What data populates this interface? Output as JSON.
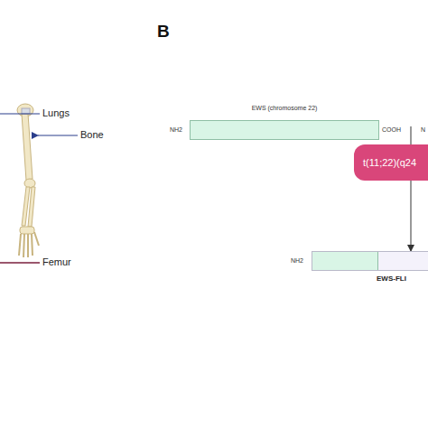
{
  "diagram": {
    "nodes": [
      {
        "text": [
          "EWS (chromosome 22)"
        ]
      },
      {
        "text": [
          "t(11;22)(q24"
        ]
      },
      {
        "text": [
          "EWS-FLI"
        ]
      }
    ],
    "edges": [
      {
        "from": 1,
        "to": 2,
        "arrow": "to"
      }
    ],
    "labels": [
      "B",
      "Lungs",
      "Bone",
      "Femur",
      "NH2",
      "COOH",
      "N",
      "NH2"
    ]
  }
}
